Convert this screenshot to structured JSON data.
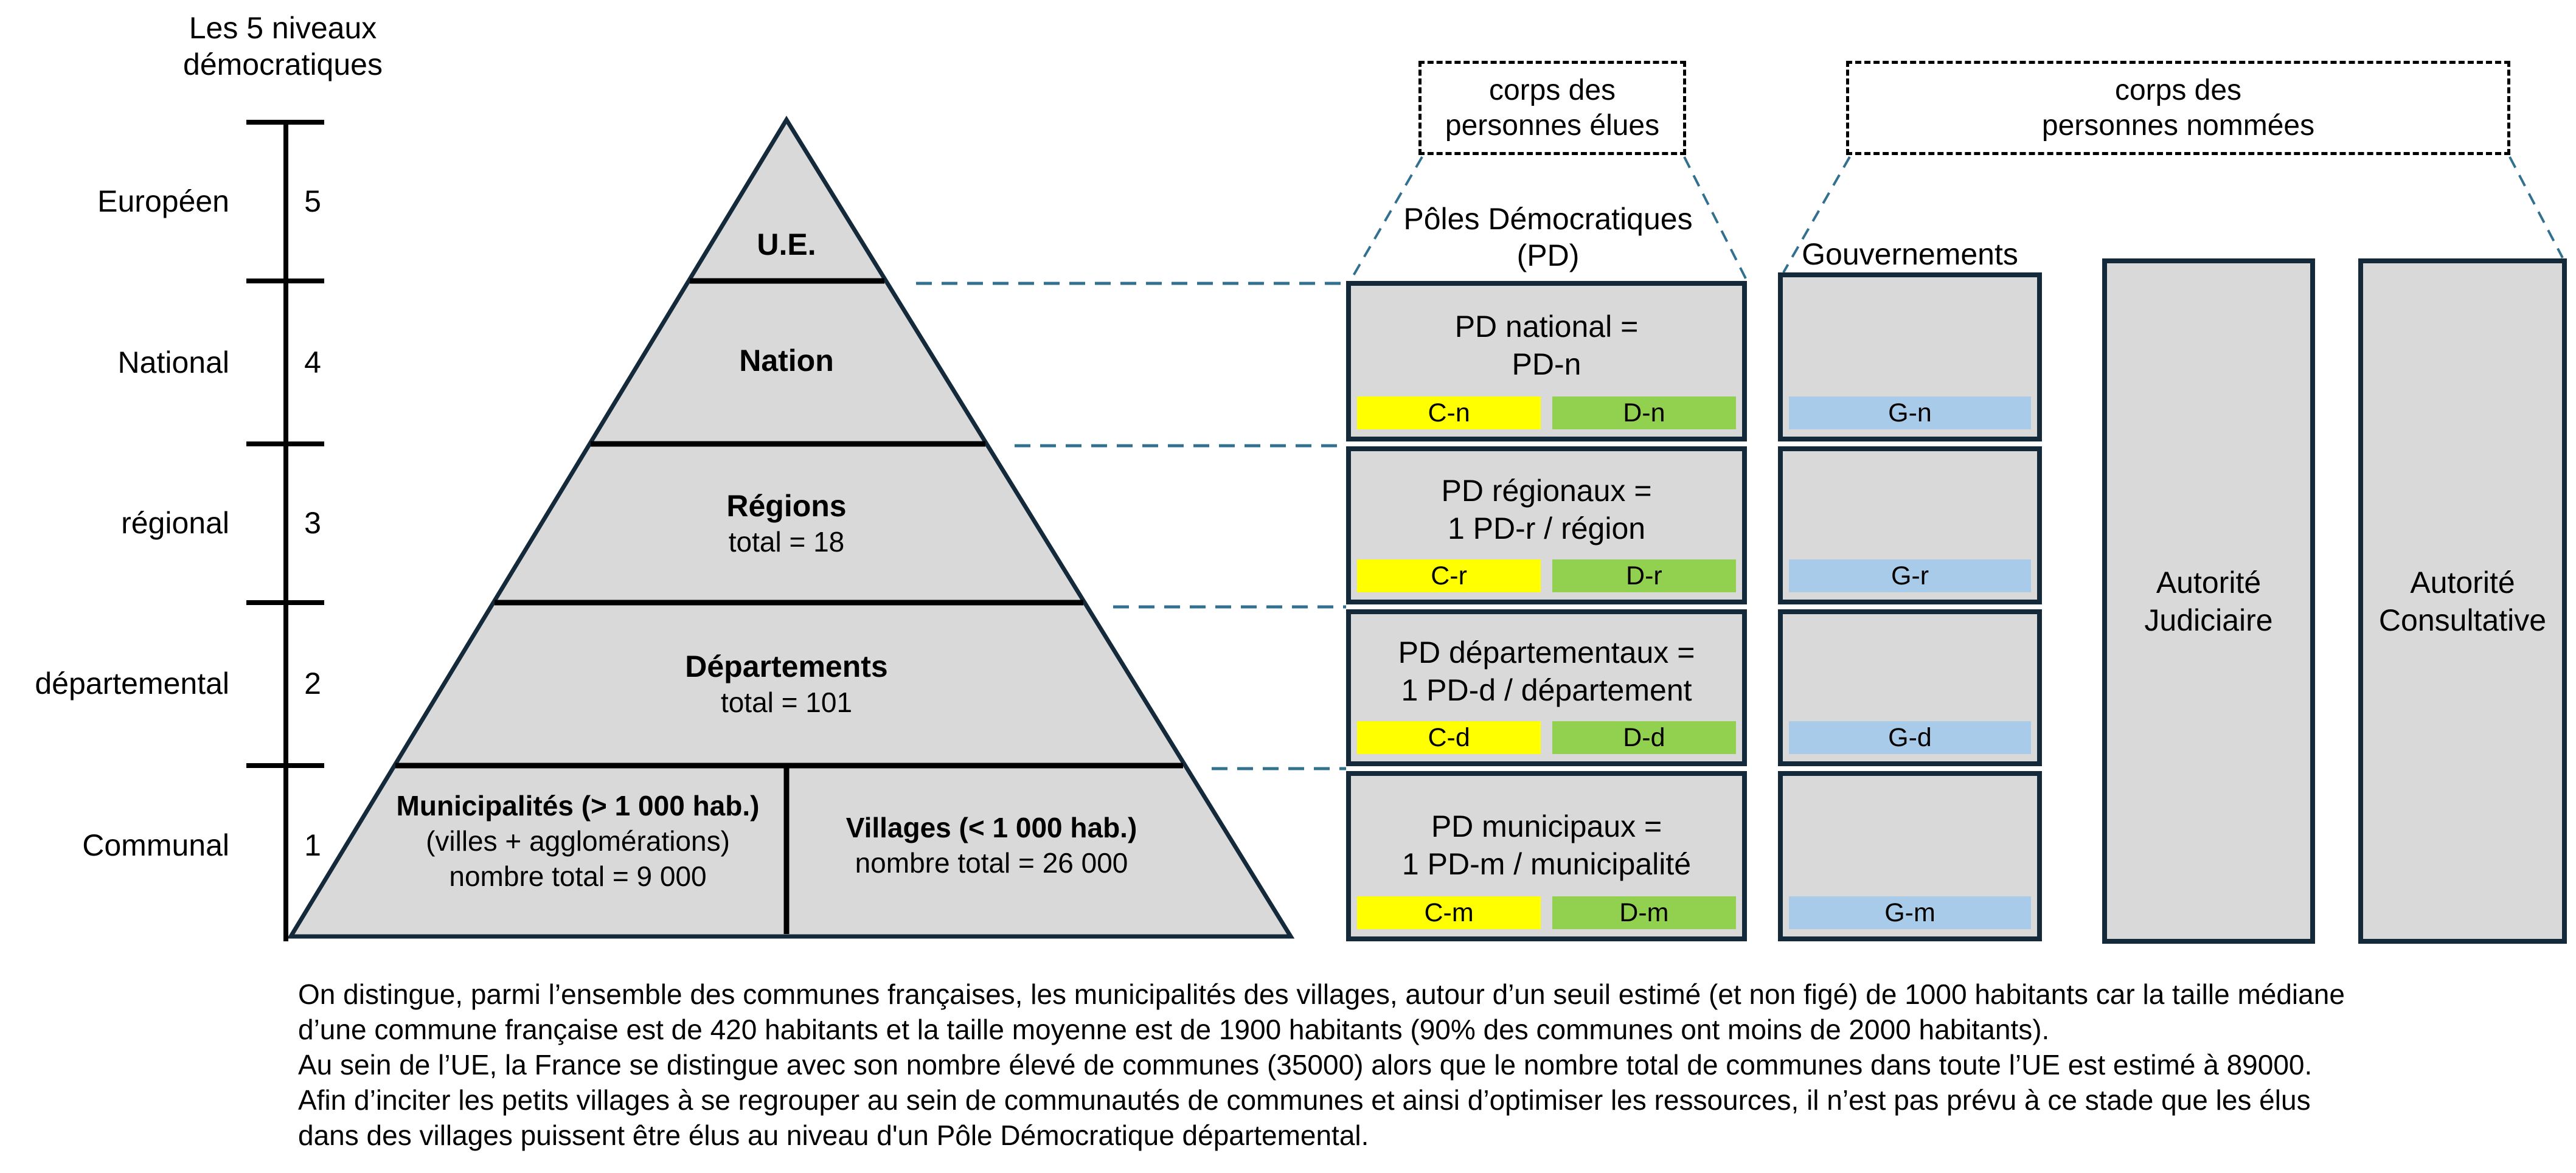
{
  "scale": {
    "title_line1": "Les 5 niveaux",
    "title_line2": "démocratiques",
    "levels": [
      {
        "label": "Européen",
        "num": "5"
      },
      {
        "label": "National",
        "num": "4"
      },
      {
        "label": "régional",
        "num": "3"
      },
      {
        "label": "départemental",
        "num": "2"
      },
      {
        "label": "Communal",
        "num": "1"
      }
    ]
  },
  "pyramid": {
    "ue": "U.E.",
    "nation": "Nation",
    "regions_title": "Régions",
    "regions_sub": "total = 18",
    "departements_title": "Départements",
    "departements_sub": "total = 101",
    "municipalites_title": "Municipalités (> 1 000 hab.)",
    "municipalites_sub1": "(villes + agglomérations)",
    "municipalites_sub2": "nombre total = 9 000",
    "villages_title": "Villages (< 1 000 hab.)",
    "villages_sub": "nombre total = 26 000"
  },
  "corps_elues": {
    "line1": "corps des",
    "line2": "personnes élues"
  },
  "corps_nommees": {
    "line1": "corps des",
    "line2": "personnes nommées"
  },
  "pd_column": {
    "title_line1": "Pôles Démocratiques",
    "title_line2": "(PD)",
    "rows": [
      {
        "header_line1": "PD national =",
        "header_line2": "PD-n",
        "c_label": "C-n",
        "d_label": "D-n"
      },
      {
        "header_line1": "PD régionaux =",
        "header_line2": "1 PD-r / région",
        "c_label": "C-r",
        "d_label": "D-r"
      },
      {
        "header_line1": "PD départementaux =",
        "header_line2": "1 PD-d / département",
        "c_label": "C-d",
        "d_label": "D-d"
      },
      {
        "header_line1": "PD municipaux =",
        "header_line2": "1 PD-m / municipalité",
        "c_label": "C-m",
        "d_label": "D-m"
      }
    ]
  },
  "gouvernements": {
    "title": "Gouvernements",
    "rows": [
      {
        "label": "G-n"
      },
      {
        "label": "G-r"
      },
      {
        "label": "G-d"
      },
      {
        "label": "G-m"
      }
    ]
  },
  "autorite_judiciaire": {
    "line1": "Autorité",
    "line2": "Judiciaire"
  },
  "autorite_consultative": {
    "line1": "Autorité",
    "line2": "Consultative"
  },
  "footer_lines": [
    "On distingue, parmi l’ensemble des communes françaises, les municipalités des villages, autour d’un seuil estimé (et non figé) de 1000 habitants car la taille médiane",
    "d’une commune française est de 420 habitants et la taille moyenne est de 1900 habitants (90% des communes ont moins de 2000 habitants).",
    "Au sein de l’UE, la France se distingue avec son nombre élevé de communes (35000) alors que le nombre total de communes dans toute l’UE est estimé à 89000.",
    "Afin d’inciter les petits villages à se regrouper au sein de communautés de communes et ainsi d’optimiser les ressources, il n’est pas prévu à ce stade que les élus",
    "dans des villages puissent être élus au niveau d'un Pôle Démocratique départemental."
  ],
  "colors": {
    "panel_gray": "#D9D9D9",
    "border_navy": "#14293A",
    "bar_yellow": "#FFFF00",
    "bar_green": "#92D050",
    "bar_blue": "#A9CBEA",
    "dash_blue": "#31708F",
    "line_black": "#000000"
  }
}
